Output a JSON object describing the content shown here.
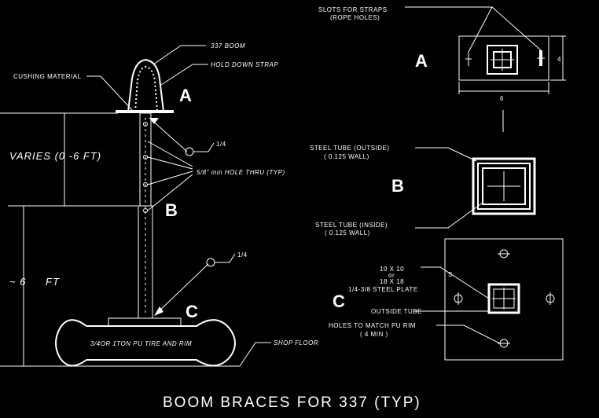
{
  "diagram": {
    "title": "BOOM BRACES FOR 337 (TYP)",
    "left_view": {
      "label_boom": "337 BOOM",
      "label_strap": "HOLD DOWN STRAP",
      "label_cushing": "CUSHING MATERIAL",
      "label_varies": "VARIES (0 -6 FT)",
      "label_weld1": "1/4",
      "label_hole": "5/8\" min HOLE THRU (TYP)",
      "label_6ft_prefix": "~ 6",
      "label_6ft_unit": "FT",
      "label_weld2": "1/4",
      "label_tire": "3/4OR 1TON PU TIRE AND RIM",
      "label_floor": "SHOP FLOOR",
      "marker_a": "A",
      "marker_b": "B",
      "marker_c": "C"
    },
    "detail_a": {
      "marker": "A",
      "label_slots_1": "SLOTS FOR STRAPS",
      "label_slots_2": "(ROPE HOLES)",
      "dim_width": "6",
      "dim_height": "4"
    },
    "detail_b": {
      "marker": "B",
      "label_outside_1": "STEEL TUBE (OUTSIDE)",
      "label_outside_2": "( 0.125 WALL)",
      "label_inside_1": "STEEL TUBE (INSIDE)",
      "label_inside_2": "( 0.125 WALL)"
    },
    "detail_c": {
      "marker": "C",
      "label_plate_1": "10 X 10",
      "label_plate_2": "or",
      "label_plate_3": "18 X 18",
      "label_plate_4": "1/4-3/8 STEEL PLATE",
      "label_weld": "S",
      "label_outside_tube": "OUTSIDE TUBE",
      "label_holes_1": "HOLES TO MATCH PU RIM",
      "label_holes_2": "( 4 MIN )"
    }
  }
}
